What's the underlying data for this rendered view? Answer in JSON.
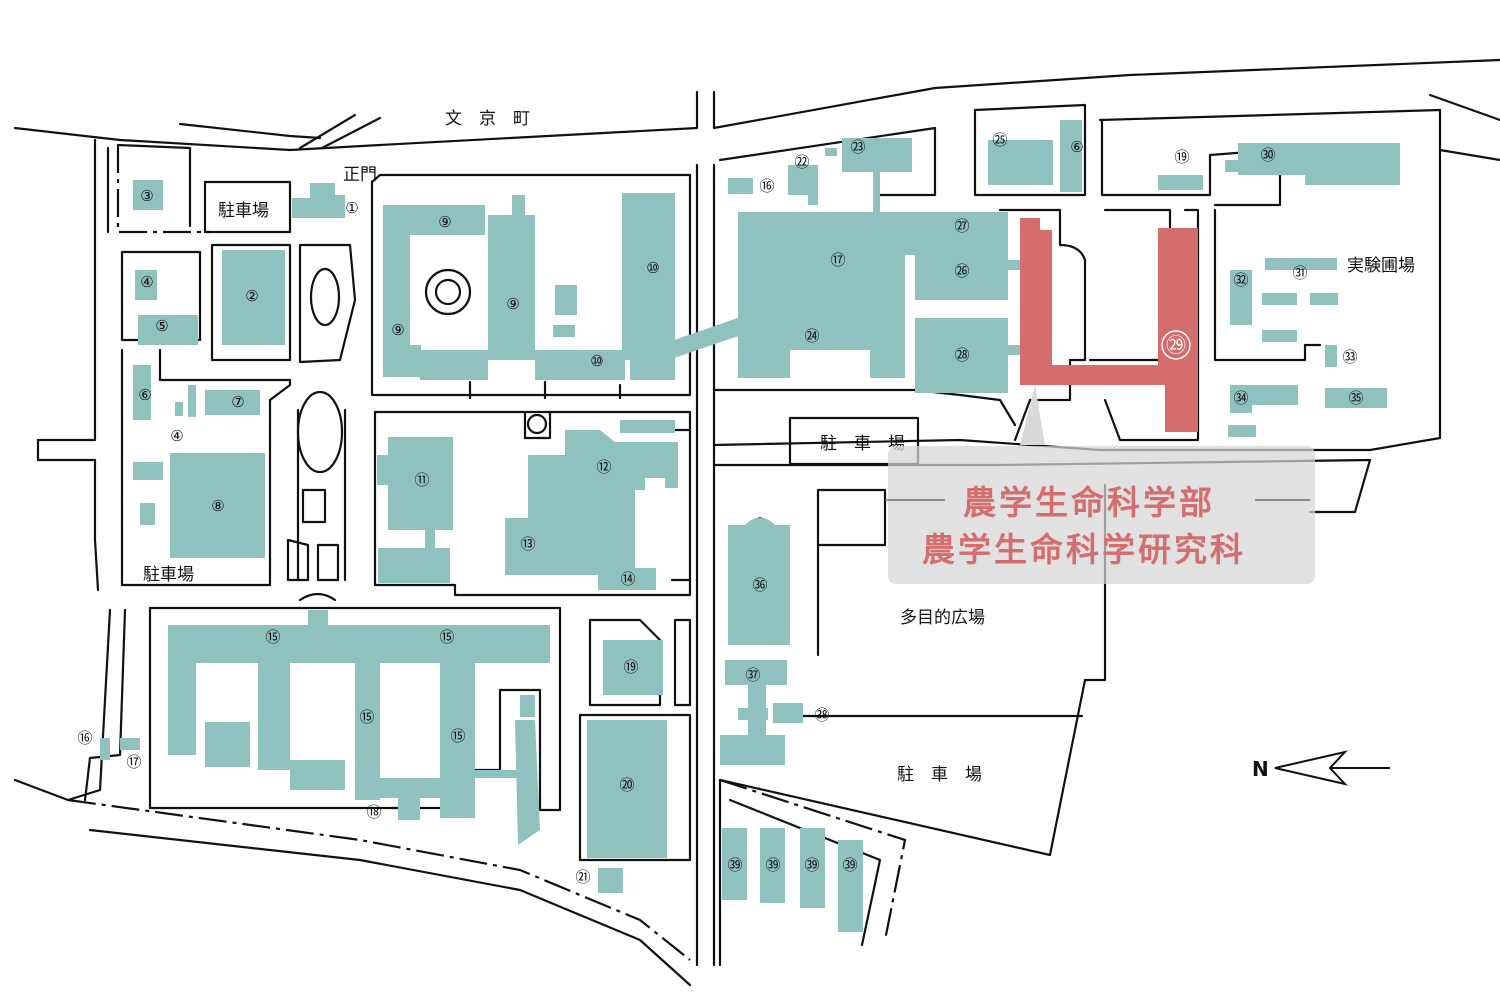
{
  "labels": {
    "top_street": "文　京　町",
    "main_gate": "正門",
    "parking_nw": "駐車場",
    "parking_w": "駐車場",
    "parking_center": "駐　車　場",
    "parking_south": "駐　車　場",
    "experimental_field": "実験圃場",
    "plaza": "多目的広場",
    "north": "N"
  },
  "highlight": {
    "line1": "農学生命科学部",
    "line2": "農学生命科学研究科",
    "building_number": "㉙",
    "color": "#d46e6e"
  },
  "colors": {
    "building": "#8fc1bf",
    "highlight": "#d46e6e"
  },
  "buildings": {
    "b1": "①",
    "b2": "②",
    "b3": "③",
    "b4a": "④",
    "b4b": "④",
    "b5": "⑤",
    "b6a": "⑥",
    "b6b": "⑥",
    "b7": "⑦",
    "b8": "⑧",
    "b9a": "⑨",
    "b9b": "⑨",
    "b9c": "⑨",
    "b10a": "⑩",
    "b10b": "⑩",
    "b11": "⑪",
    "b12": "⑫",
    "b13": "⑬",
    "b14": "⑭",
    "b15a": "⑮",
    "b15b": "⑮",
    "b15c": "⑮",
    "b15d": "⑮",
    "b16a": "⑯",
    "b16b": "⑯",
    "b17a": "⑰",
    "b17b": "⑰",
    "b18": "⑱",
    "b19a": "⑲",
    "b19b": "⑲",
    "b20": "⑳",
    "b21": "㉑",
    "b22": "㉒",
    "b23": "㉓",
    "b24": "㉔",
    "b25": "㉕",
    "b26": "㉖",
    "b27": "㉗",
    "b28": "㉘",
    "b30": "㉚",
    "b31": "㉛",
    "b32": "㉜",
    "b33": "㉝",
    "b34": "㉞",
    "b35": "㉟",
    "b36": "㊱",
    "b37": "㊲",
    "b38": "㊳",
    "b39a": "㊴",
    "b39b": "㊴",
    "b39c": "㊴",
    "b39d": "㊴"
  }
}
